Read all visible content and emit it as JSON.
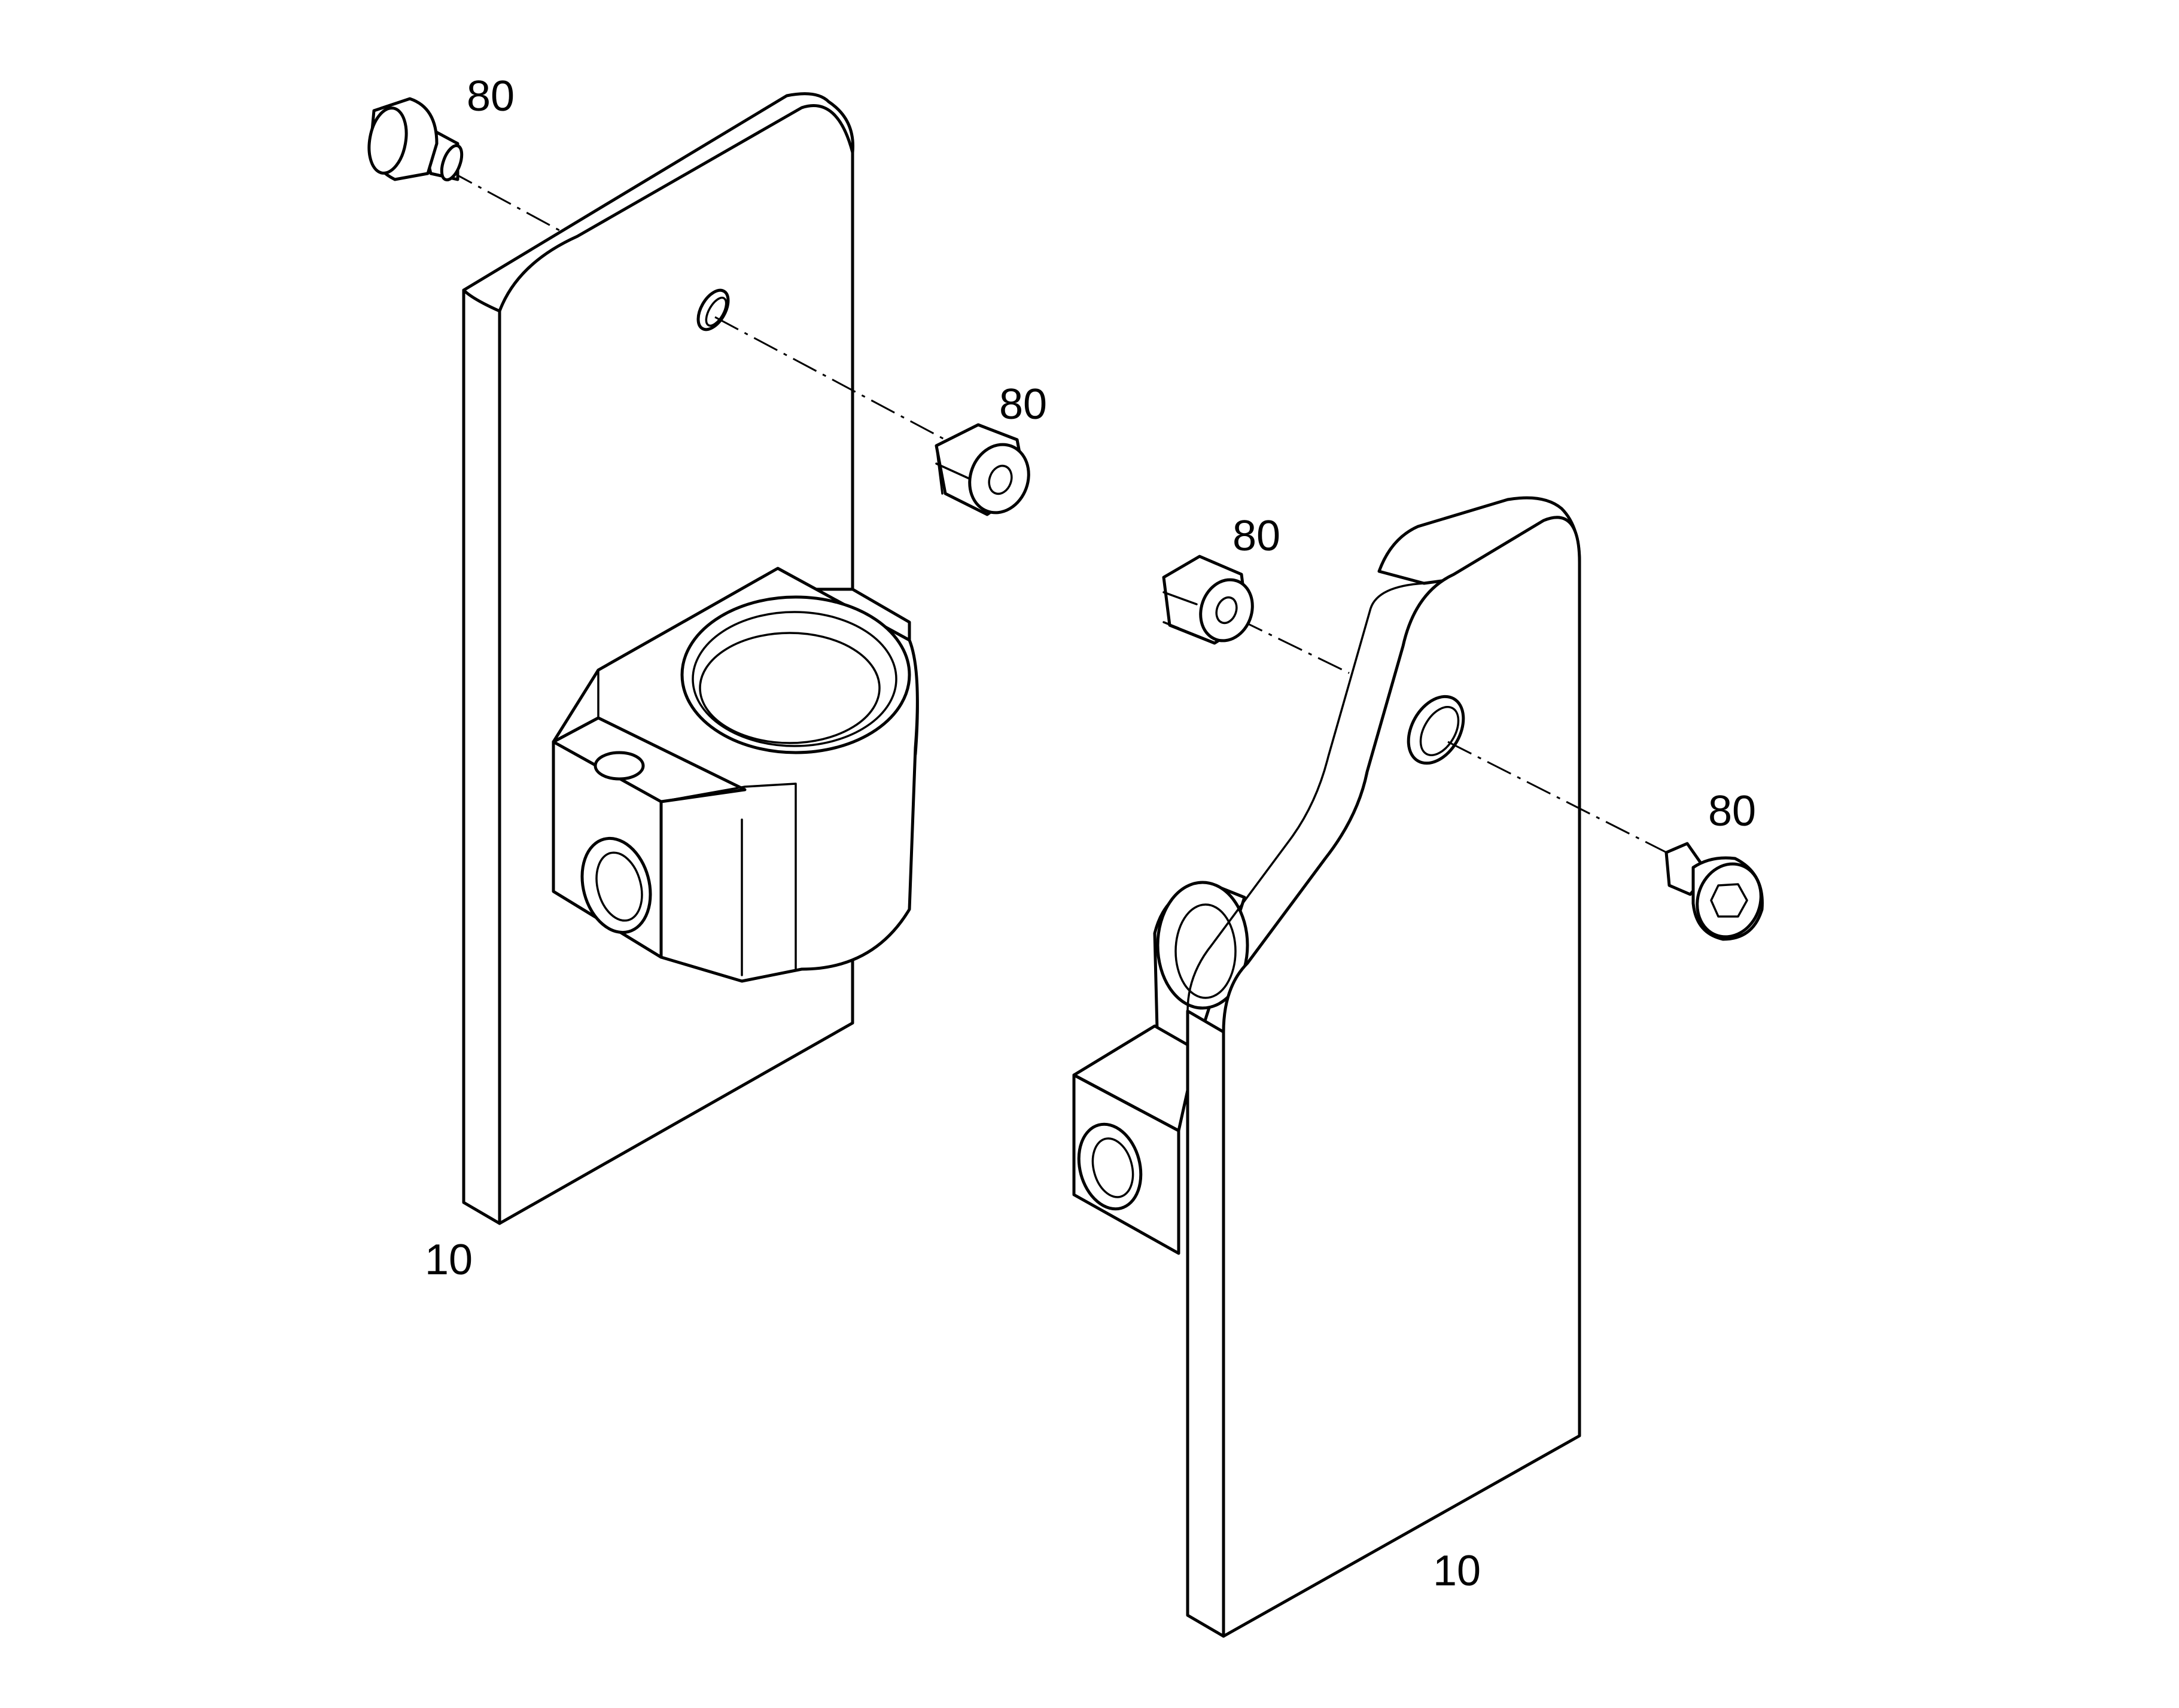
{
  "callouts": {
    "screw_top_left": "80",
    "spacer_left": "80",
    "spacer_right": "80",
    "screw_right": "80",
    "bracket_left": "10",
    "bracket_right": "10"
  },
  "colors": {
    "line": "#000000",
    "background": "#ffffff"
  }
}
